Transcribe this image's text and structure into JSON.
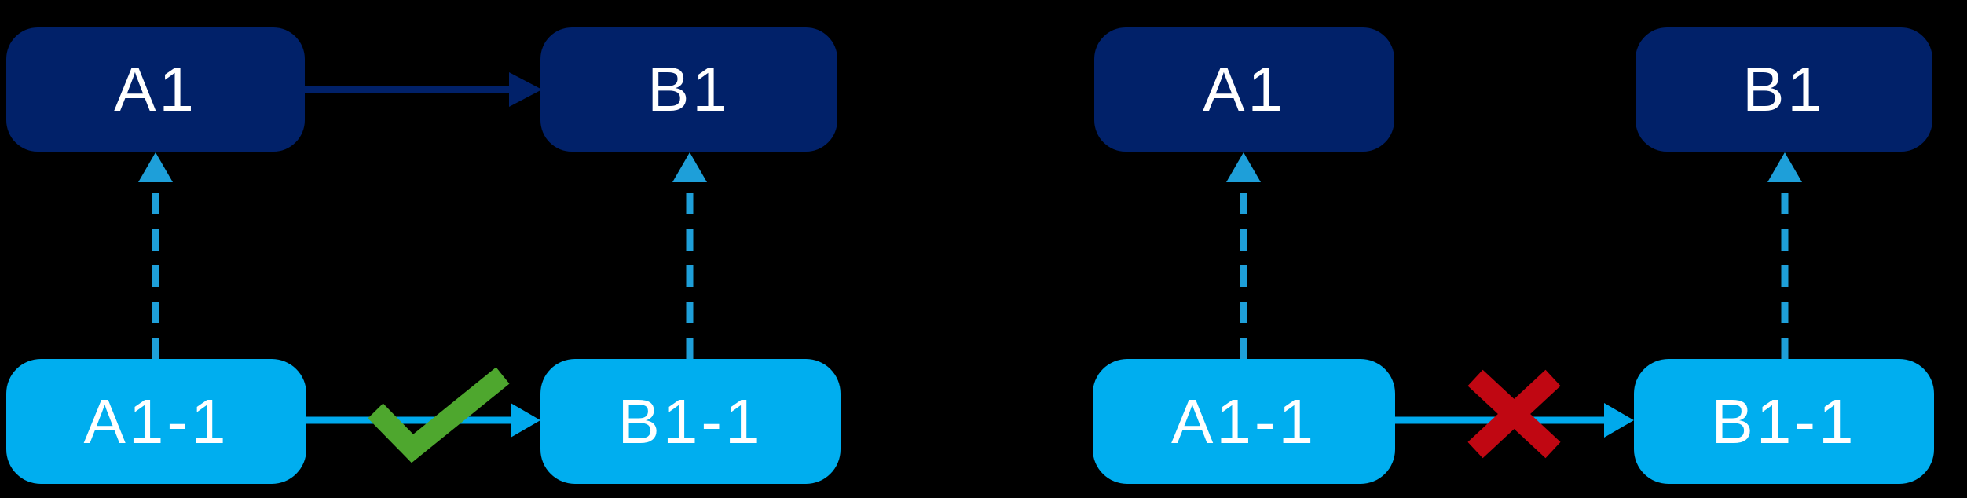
{
  "colors": {
    "background": "#000000",
    "parent_node_fill": "#012169",
    "child_node_fill": "#00AEEF",
    "parent_edge": "#012169",
    "child_edge": "#00A9EC",
    "dashed_edge": "#1E9FD9",
    "check_icon": "#4EA72E",
    "cross_icon": "#C00712",
    "label_text": "#FFFFFF"
  },
  "panels": {
    "left": {
      "parent_a_label": "A1",
      "parent_b_label": "B1",
      "child_a_label": "A1-1",
      "child_b_label": "B1-1",
      "status_icon": "check-icon"
    },
    "right": {
      "parent_a_label": "A1",
      "parent_b_label": "B1",
      "child_a_label": "A1-1",
      "child_b_label": "B1-1",
      "status_icon": "cross-icon"
    }
  }
}
